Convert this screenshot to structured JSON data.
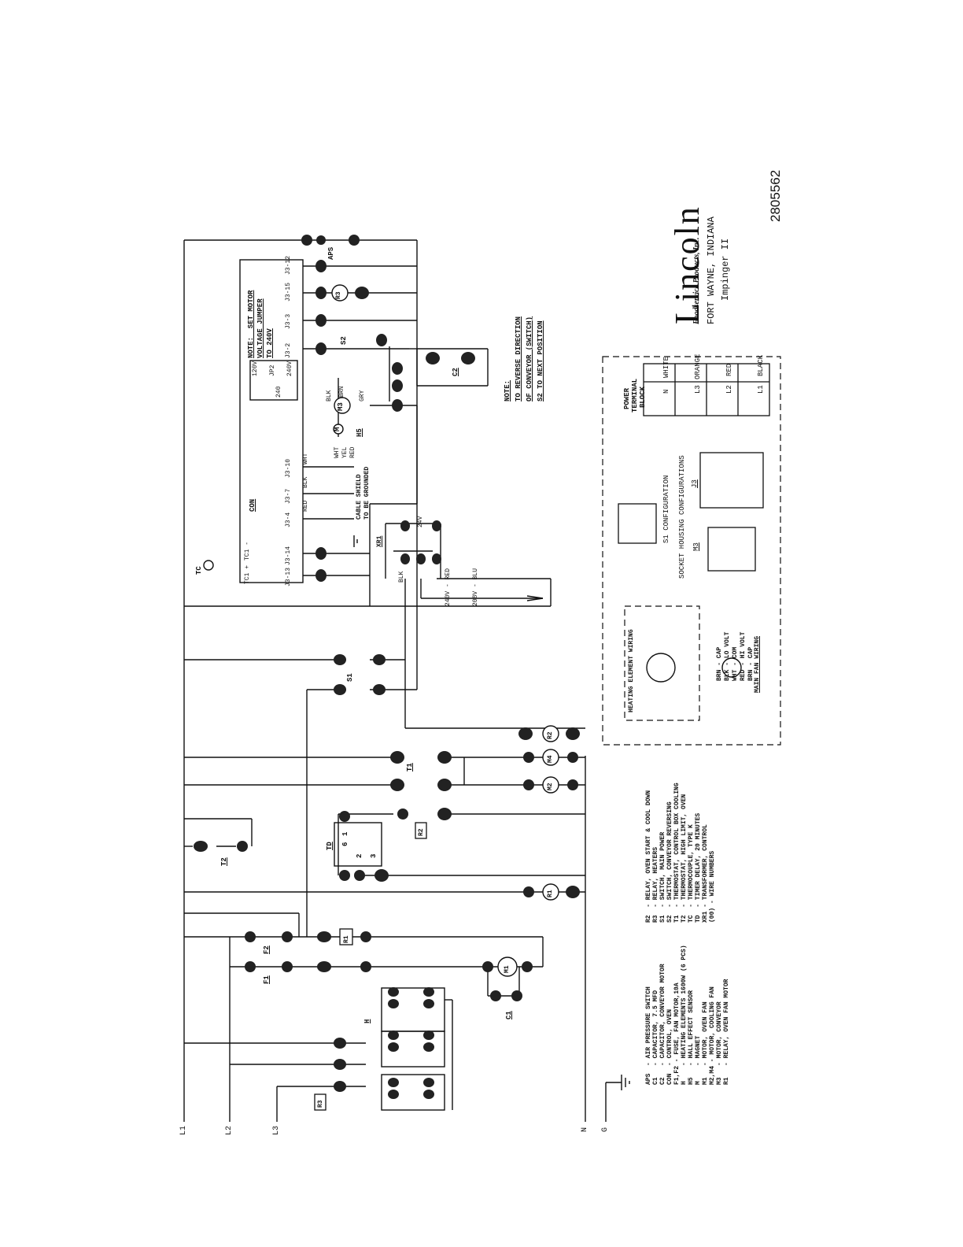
{
  "title_block": {
    "brand": "Lincoln",
    "company": "Foodservice Products, Inc.",
    "city": "FORT WAYNE, INDIANA",
    "model": "Impinger II",
    "drawing_number": "2805562"
  },
  "lines": {
    "l1": "L1",
    "l2": "L2",
    "l3": "L3",
    "n": "N",
    "g": "G"
  },
  "notes": {
    "motor_voltage": [
      "NOTE:  SET MOTOR",
      "VOLTAGE JUMPER",
      "TO 240V"
    ],
    "reverse_direction": [
      "NOTE:",
      "TO REVERSE DIRECTION",
      "OF CONVEYOR (SWITCH)",
      "S2 TO NEXT POSITION"
    ],
    "cable_shield": [
      "CABLE SHIELD",
      "TO BE GROUNDED"
    ]
  },
  "control": {
    "label": "CON",
    "terminals": [
      "J3-13",
      "J3-14",
      "J3-4",
      "J3-7",
      "J3-10",
      "J3-2",
      "J3-3",
      "J3-15",
      "J3-12"
    ],
    "tc_labels": [
      "TC1 +",
      "TC1 -"
    ],
    "jumper_labels": [
      "120V",
      "JP2",
      "240V",
      "240"
    ]
  },
  "transformer": {
    "label": "XR1",
    "volt_label": "24V",
    "taps": [
      "240V - RED",
      "208V - BLU"
    ],
    "lead": "BLK"
  },
  "wire_colors": {
    "m3": [
      "BLK",
      "BRN",
      "GRY"
    ],
    "sensor": [
      "WHT",
      "YEL",
      "RED"
    ],
    "plug": [
      "RED",
      "BLK",
      "WHT"
    ]
  },
  "components": {
    "aps": "APS",
    "tc": "TC",
    "s1": "S1",
    "s2": "S2",
    "m3": "M3",
    "h5": "H5",
    "m": "M",
    "c2": "C2",
    "t1": "T1",
    "t2": "T2",
    "td": "TD",
    "r1": "R1",
    "r2": "R2",
    "r3": "R3",
    "m1": "M1",
    "m2": "M2",
    "m4": "M4",
    "c1": "C1",
    "h": "H",
    "f1": "F1",
    "f2": "F2",
    "td_pins": [
      "1",
      "6",
      "2",
      "3"
    ]
  },
  "legend_left": [
    "APS  - AIR PRESSURE SWITCH",
    "C1   - CAPACITOR, 7.5 MFD",
    "C2   - CAPACITOR, CONVEYOR MOTOR",
    "CON  - CONTROL, OVEN",
    "F1,F2 - FUSE, FAN MOTOR,10A",
    "H    - HEATING ELEMENTS 1600W (6 PCS)",
    "H5   - HALL EFFECT SENSOR",
    "M    - MAGNET",
    "M1   - MOTOR, OVEN FAN",
    "M2,M4 - MOTOR, COOLING FAN",
    "M3   - MOTOR, CONVEYOR",
    "R1   - RELAY, OVEN FAN MOTOR"
  ],
  "legend_right": [
    "R2  - RELAY, OVEN START & COOL DOWN",
    "R3  - RELAY, HEATERS",
    "S1  - SWITCH, MAIN POWER",
    "S2  - SWITCH, CONVEYOR REVERSING",
    "T1  - THERMOSTAT, CONTROL BOX COOLING",
    "T2  - THERMOSTAT, HIGH LIMIT, OVEN",
    "TC  - THERMOCOUPLE, TYPE K",
    "TD  - TIMER DELAY, 20 MINUTES",
    "XR1 - TRANSFORMER, CONTROL",
    "(00) - WIRE NUMBERS"
  ],
  "heating_wiring": {
    "title": "HEATING ELEMENT WIRING"
  },
  "main_fan_wiring": {
    "title": "MAIN FAN WIRING",
    "lines": [
      "BRN - CAP",
      "BLK - LO VOLT",
      "WHT - COM",
      "RED - HI VOLT",
      "BRN - CAP"
    ]
  },
  "socket": {
    "s1_config": "S1 CONFIGURATION",
    "housing": "SOCKET HOUSING CONFIGURATIONS",
    "m3": "M3",
    "j3": "J3"
  },
  "power_block": {
    "title": [
      "POWER",
      "TERMINAL",
      "BLOCK"
    ],
    "rows": [
      {
        "term": "L1",
        "color": "BLACK"
      },
      {
        "term": "L2",
        "color": "RED"
      },
      {
        "term": "L3",
        "color": "ORANGE"
      },
      {
        "term": "N",
        "color": "WHITE"
      }
    ]
  }
}
